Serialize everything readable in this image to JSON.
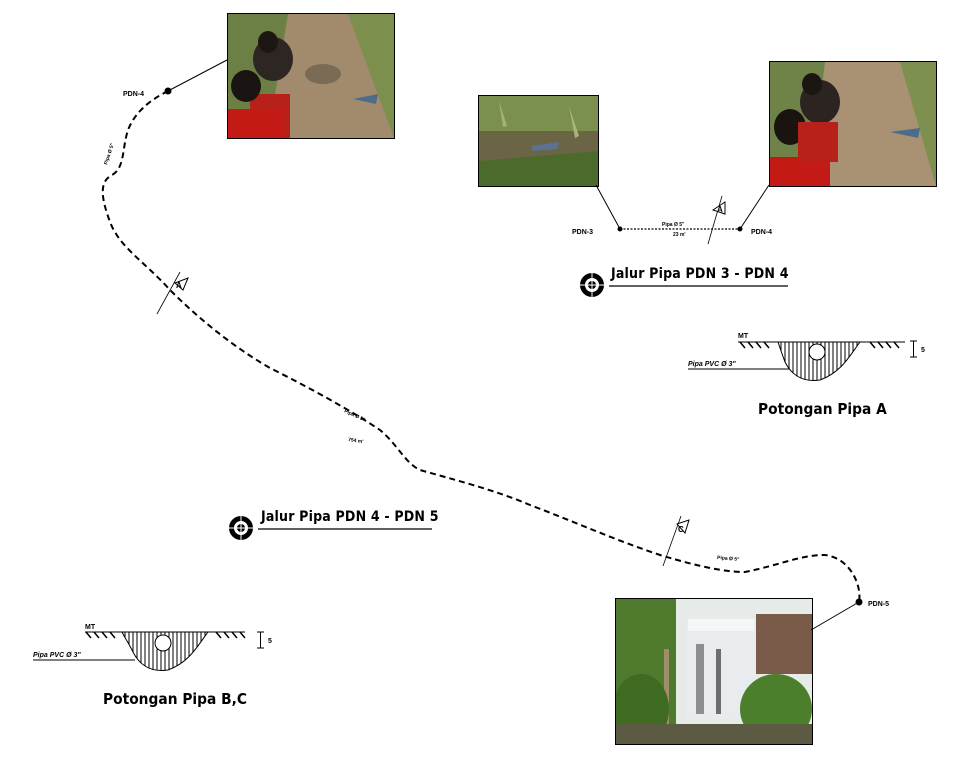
{
  "points": {
    "pdn4_a": "PDN-4",
    "pdn3": "PDN-3",
    "pdn4_b": "PDN-4",
    "pdn5": "PDN-5"
  },
  "pipe_labels": {
    "top_right_diameter": "Pipa Ø 5\"",
    "top_right_length": "23 m'",
    "left_upper_diameter": "Pipa Ø 5\"",
    "main_diameter": "Pipa Ø 5\"",
    "main_length": "754 m'",
    "lower_right_diameter": "Pipa Ø 5\""
  },
  "section_markers": {
    "a_top": "A",
    "a_left": "A",
    "c_right": "C"
  },
  "titles": {
    "route_pdn3_pdn4": "Jalur Pipa PDN 3 - PDN 4",
    "route_pdn4_pdn5": "Jalur Pipa PDN 4 - PDN 5"
  },
  "cross_section_a": {
    "ground_label": "MT",
    "pipe_label": "Pipa PVC Ø 3\"",
    "depth_label": "5",
    "heading": "Potongan Pipa A"
  },
  "cross_section_bc": {
    "ground_label": "MT",
    "pipe_label": "Pipa PVC Ø 3\"",
    "depth_label": "5",
    "heading": "Potongan Pipa B,C"
  },
  "colors": {
    "line": "#000000",
    "soil": "#b79a76",
    "grass": "#4f7a2e",
    "shirt": "#c41a16",
    "tank": "#e9ecee"
  }
}
